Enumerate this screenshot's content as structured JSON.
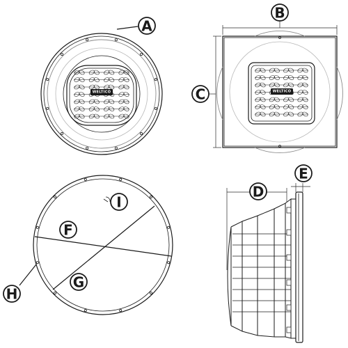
{
  "brand_label": "WELTICO",
  "callouts": [
    "A",
    "B",
    "C",
    "D",
    "E",
    "F",
    "G",
    "H",
    "I"
  ],
  "colors": {
    "line": "#1a1a1a",
    "gray": "#8c8c8c",
    "background": "#ffffff"
  }
}
